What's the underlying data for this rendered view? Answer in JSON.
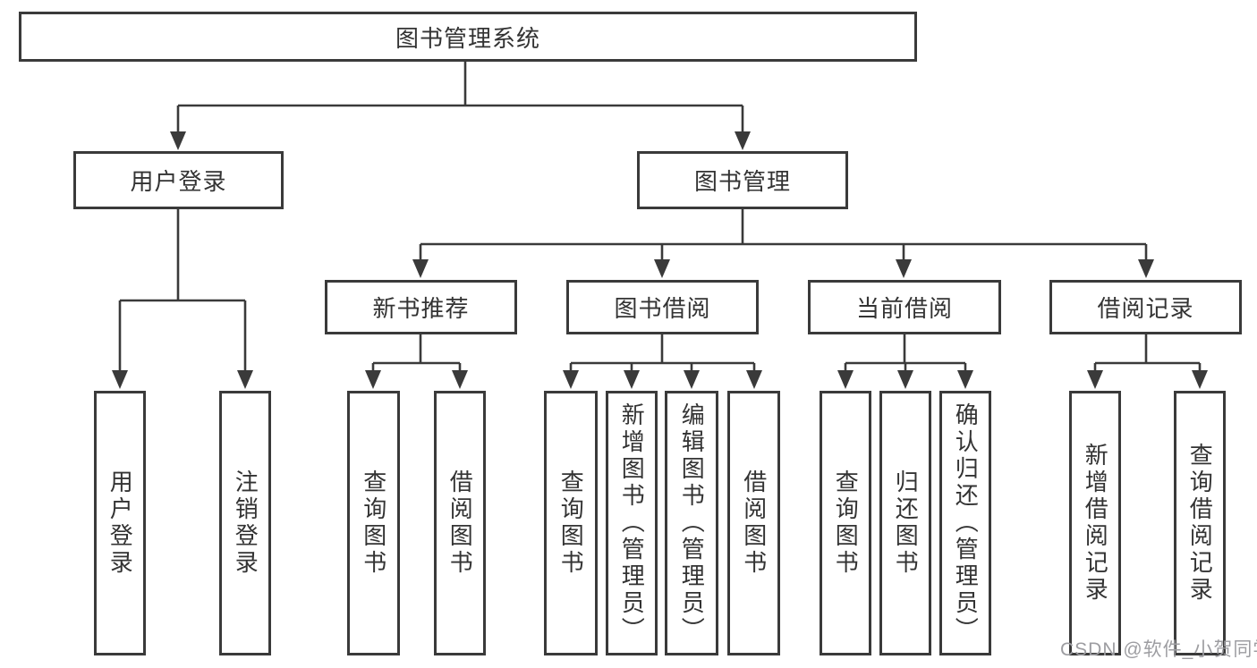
{
  "colors": {
    "line": "#3a3a3a",
    "text": "#333333",
    "box_bg": "#ffffff",
    "watermark": "#9d9da1"
  },
  "watermark": {
    "text": "CSDN @软件_小贺同学"
  },
  "diagram": {
    "root": {
      "label": "图书管理系统",
      "children": [
        {
          "label": "用户登录",
          "children": [
            {
              "label": "用户登录"
            },
            {
              "label": "注销登录"
            }
          ]
        },
        {
          "label": "图书管理",
          "children": [
            {
              "label": "新书推荐",
              "children": [
                {
                  "label": "查询图书"
                },
                {
                  "label": "借阅图书"
                }
              ]
            },
            {
              "label": "图书借阅",
              "children": [
                {
                  "label": "查询图书"
                },
                {
                  "label": "新增图书（管理员）"
                },
                {
                  "label": "编辑图书（管理员）"
                },
                {
                  "label": "借阅图书"
                }
              ]
            },
            {
              "label": "当前借阅",
              "children": [
                {
                  "label": "查询图书"
                },
                {
                  "label": "归还图书"
                },
                {
                  "label": "确认归还（管理员）"
                }
              ]
            },
            {
              "label": "借阅记录",
              "children": [
                {
                  "label": "新增借阅记录"
                },
                {
                  "label": "查询借阅记录"
                }
              ]
            }
          ]
        }
      ]
    }
  }
}
